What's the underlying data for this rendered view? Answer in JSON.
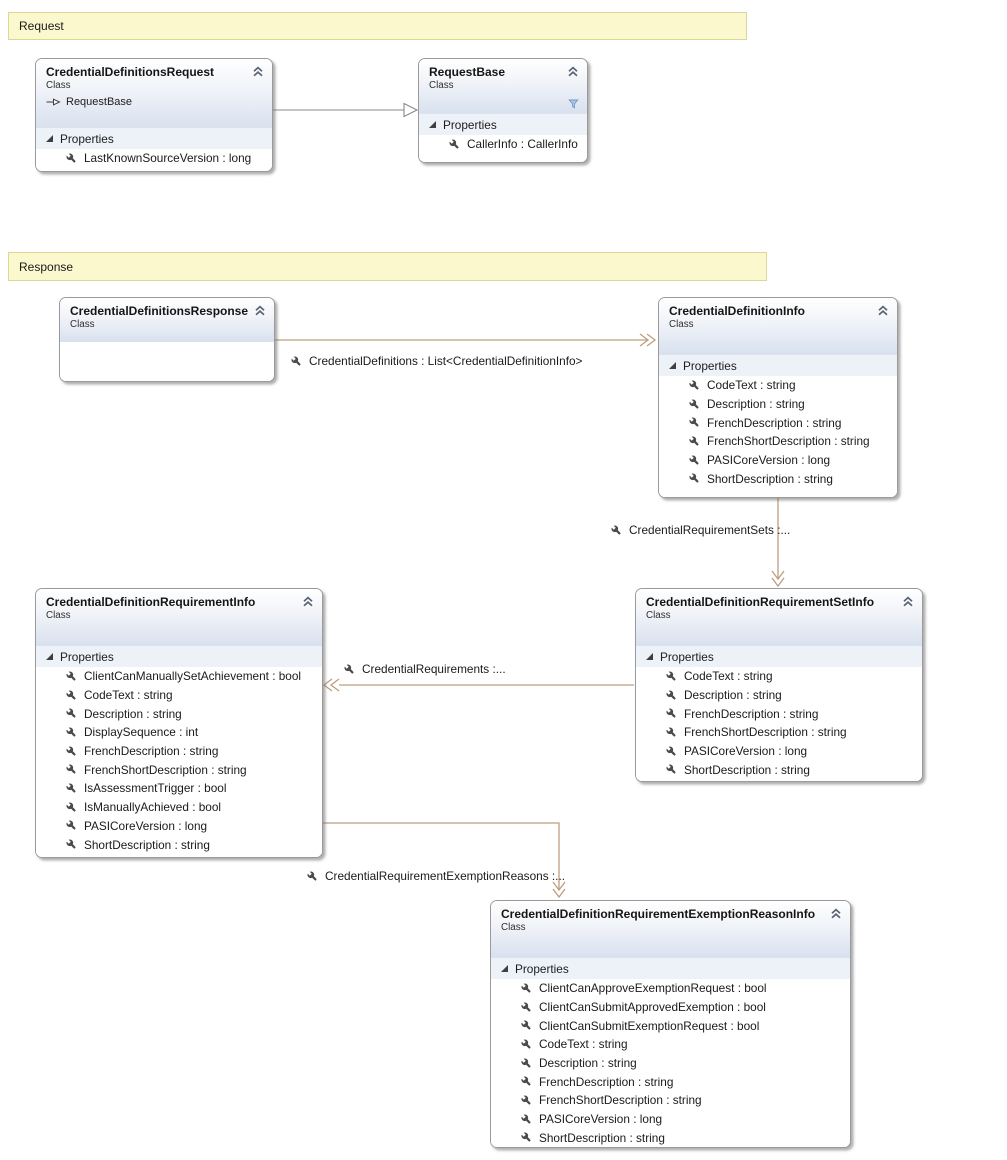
{
  "labels": {
    "stereotype": "Class",
    "properties_section": "Properties"
  },
  "comments": [
    {
      "text": "Request"
    },
    {
      "text": "Response"
    }
  ],
  "classes": [
    {
      "title": "CredentialDefinitionsRequest",
      "base": "RequestBase",
      "properties": [
        "LastKnownSourceVersion : long"
      ]
    },
    {
      "title": "RequestBase",
      "properties": [
        "CallerInfo : CallerInfo"
      ]
    },
    {
      "title": "CredentialDefinitionsResponse",
      "properties": []
    },
    {
      "title": "CredentialDefinitionInfo",
      "properties": [
        "CodeText : string",
        "Description : string",
        "FrenchDescription : string",
        "FrenchShortDescription : string",
        "PASICoreVersion : long",
        "ShortDescription : string"
      ]
    },
    {
      "title": "CredentialDefinitionRequirementInfo",
      "properties": [
        "ClientCanManuallySetAchievement : bool",
        "CodeText : string",
        "Description : string",
        "DisplaySequence : int",
        "FrenchDescription : string",
        "FrenchShortDescription : string",
        "IsAssessmentTrigger : bool",
        "IsManuallyAchieved : bool",
        "PASICoreVersion : long",
        "ShortDescription : string"
      ]
    },
    {
      "title": "CredentialDefinitionRequirementSetInfo",
      "properties": [
        "CodeText : string",
        "Description : string",
        "FrenchDescription : string",
        "FrenchShortDescription : string",
        "PASICoreVersion : long",
        "ShortDescription : string"
      ]
    },
    {
      "title": "CredentialDefinitionRequirementExemptionReasonInfo",
      "properties": [
        "ClientCanApproveExemptionRequest : bool",
        "ClientCanSubmitApprovedExemption : bool",
        "ClientCanSubmitExemptionRequest : bool",
        "CodeText : string",
        "Description : string",
        "FrenchDescription : string",
        "FrenchShortDescription : string",
        "PASICoreVersion : long",
        "ShortDescription : string"
      ]
    }
  ],
  "associations": [
    {
      "label": "CredentialDefinitions : List<CredentialDefinitionInfo>"
    },
    {
      "label": "CredentialRequirementSets  :..."
    },
    {
      "label": "CredentialRequirements  :..."
    },
    {
      "label": "CredentialRequirementExemptionReasons  :..."
    }
  ],
  "colors": {
    "comment_bg": "#fbf8cd",
    "comment_border": "#dbd79b",
    "box_header_gradient_bottom": "#d9e1ef",
    "association_line": "#bf9d7f",
    "inheritance_line": "#8a8a8a",
    "filter_icon": "#a8c4e6"
  }
}
